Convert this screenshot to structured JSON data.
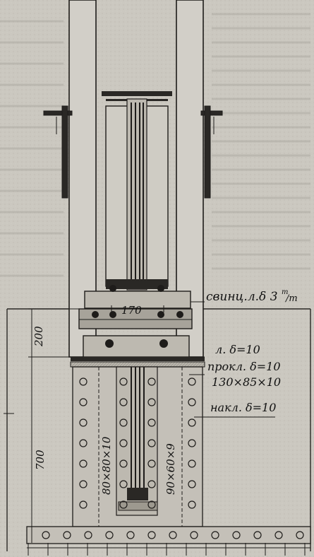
{
  "labels": {
    "lead_plate": "свинц.л.δ 3",
    "lead_plate_sup": "m",
    "lead_plate_den": "/m",
    "plate": "л. δ=10",
    "shim": "прокл. δ=10",
    "angle_top": "130×85×10",
    "cover_plate": "накл. δ=10",
    "angle_left": "80×80×10",
    "angle_right": "90×60×9"
  },
  "dimensions": {
    "width": "170",
    "upper_height": "200",
    "lower_height": "700"
  }
}
